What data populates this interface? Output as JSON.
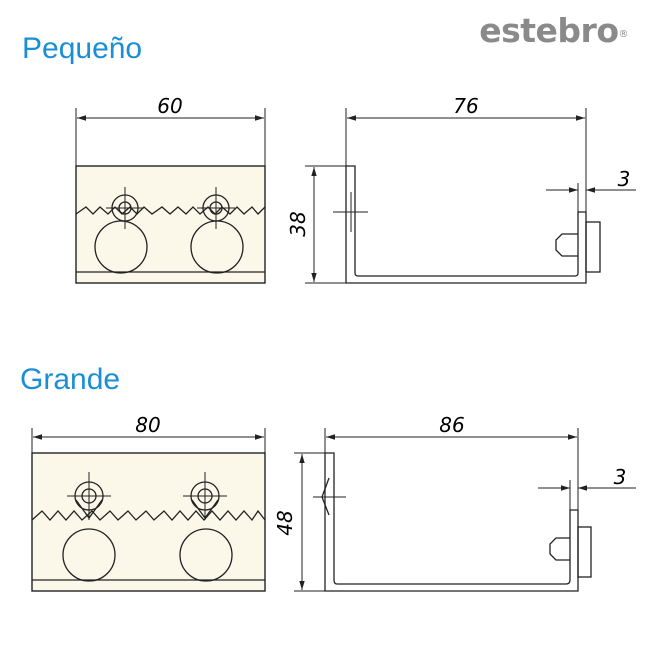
{
  "brand": {
    "name": "estebro",
    "mark": "®",
    "color": "#8a8a8a"
  },
  "accent_color": "#1a8fd6",
  "sections": [
    {
      "id": "small",
      "title": "Pequeño",
      "dims": {
        "front_width": "60",
        "side_depth": "76",
        "height": "38",
        "thickness": "3"
      }
    },
    {
      "id": "large",
      "title": "Grande",
      "dims": {
        "front_width": "80",
        "side_depth": "86",
        "height": "48",
        "thickness": "3"
      }
    }
  ]
}
